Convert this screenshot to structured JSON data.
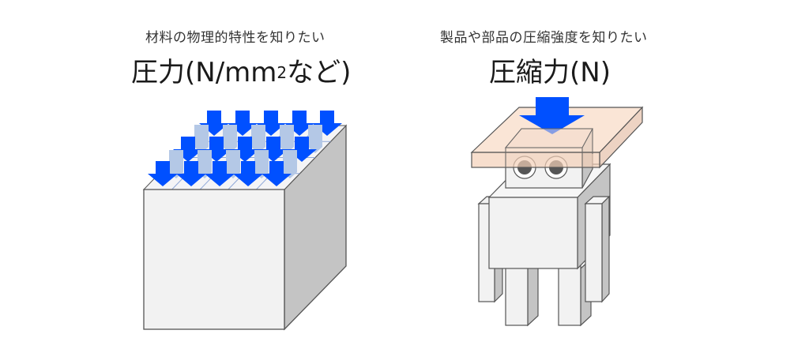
{
  "left_panel": {
    "subtitle": "材料の物理的特性を知りたい",
    "title_main": "圧力(N/mm",
    "title_sup": "2",
    "title_tail": "など)",
    "illustration": "cube-under-distributed-pressure",
    "arrow_grid": {
      "rows": 3,
      "per_row": 5,
      "color_front": "#0050ff",
      "color_back": "#b4c8e6"
    }
  },
  "right_panel": {
    "subtitle": "製品や部品の圧縮強度を知りたい",
    "title": "圧縮力(N)",
    "illustration": "robot-under-compression-plate",
    "arrow_color": "#0050ff",
    "plate_color": "#f8dcc8"
  },
  "colors": {
    "face_front": "#f2f2f2",
    "face_side": "#c4c4c4",
    "outline": "#555555",
    "grid_line": "#8fa8d8"
  }
}
